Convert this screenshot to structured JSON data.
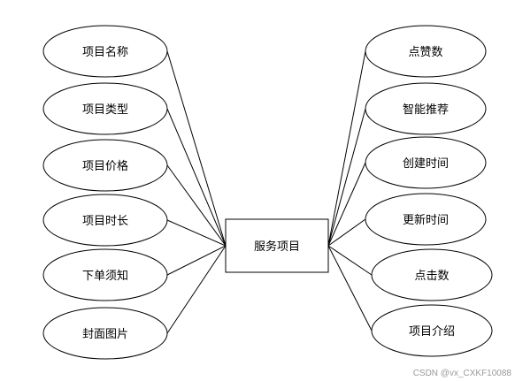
{
  "entity": {
    "label": "服务项目"
  },
  "left_attributes": [
    {
      "label": "项目名称"
    },
    {
      "label": "项目类型"
    },
    {
      "label": "项目价格"
    },
    {
      "label": "项目时长"
    },
    {
      "label": "下单须知"
    },
    {
      "label": "封面图片"
    }
  ],
  "right_attributes": [
    {
      "label": "点赞数"
    },
    {
      "label": "智能推荐"
    },
    {
      "label": "创建时间"
    },
    {
      "label": "更新时间"
    },
    {
      "label": "点击数"
    },
    {
      "label": "项目介绍"
    }
  ],
  "watermark": "CSDN @vx_CXKF10088",
  "colors": {
    "stroke": "#000000",
    "fill": "#ffffff",
    "watermark": "#9a9a9a"
  }
}
